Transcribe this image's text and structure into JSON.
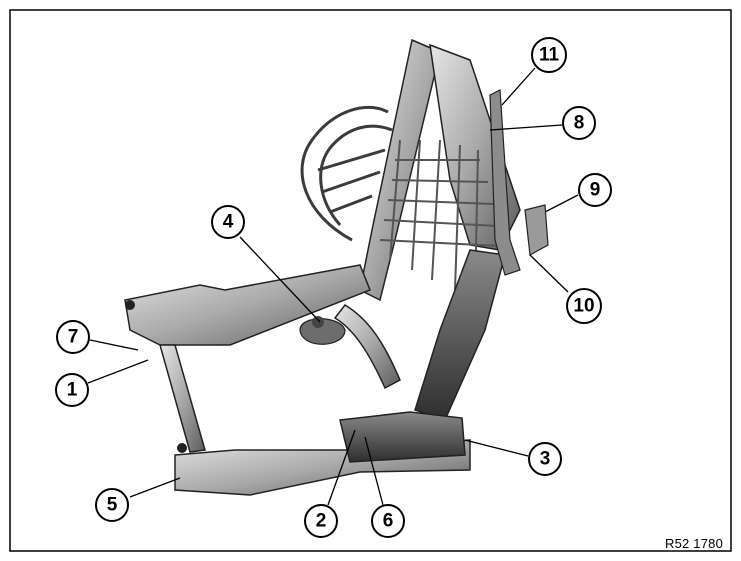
{
  "diagram": {
    "reference_code": "R52 1780",
    "callouts": [
      {
        "id": "c1",
        "label": "1"
      },
      {
        "id": "c2",
        "label": "2"
      },
      {
        "id": "c3",
        "label": "3"
      },
      {
        "id": "c4",
        "label": "4"
      },
      {
        "id": "c5",
        "label": "5"
      },
      {
        "id": "c6",
        "label": "6"
      },
      {
        "id": "c7",
        "label": "7"
      },
      {
        "id": "c8",
        "label": "8"
      },
      {
        "id": "c9",
        "label": "9"
      },
      {
        "id": "c10",
        "label": "10"
      },
      {
        "id": "c11",
        "label": "11"
      }
    ]
  }
}
